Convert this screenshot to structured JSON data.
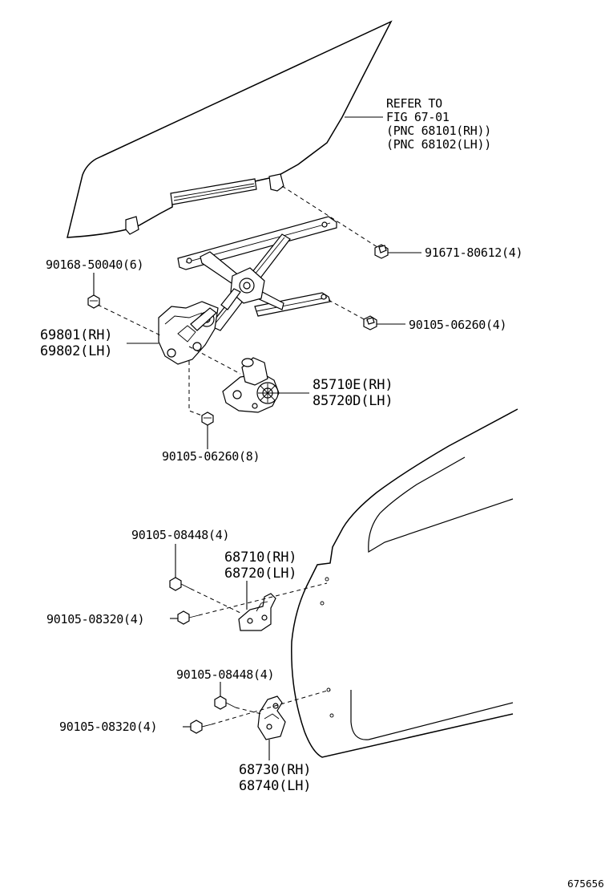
{
  "labels": {
    "refer_line1": "REFER TO",
    "refer_line2": "FIG 67-01",
    "refer_line3": "(PNC 68101(RH))",
    "refer_line4": "(PNC 68102(LH))",
    "bolt_91671": "91671-80612(4)",
    "bolt_90168": "90168-50040(6)",
    "bolt_90105_06260_4": "90105-06260(4)",
    "regulator_rh": "69801(RH)",
    "regulator_lh": "69802(LH)",
    "motor_rh": "85710E(RH)",
    "motor_lh": "85720D(LH)",
    "bolt_90105_06260_8": "90105-06260(8)",
    "bolt_08448_upper": "90105-08448(4)",
    "hinge_upper_rh": "68710(RH)",
    "hinge_upper_lh": "68720(LH)",
    "bolt_08320_upper": "90105-08320(4)",
    "bolt_08448_lower": "90105-08448(4)",
    "bolt_08320_lower": "90105-08320(4)",
    "hinge_lower_rh": "68730(RH)",
    "hinge_lower_lh": "68740(LH)",
    "figure_id": "675656"
  },
  "colors": {
    "ink": "#000000",
    "paper": "#ffffff"
  }
}
